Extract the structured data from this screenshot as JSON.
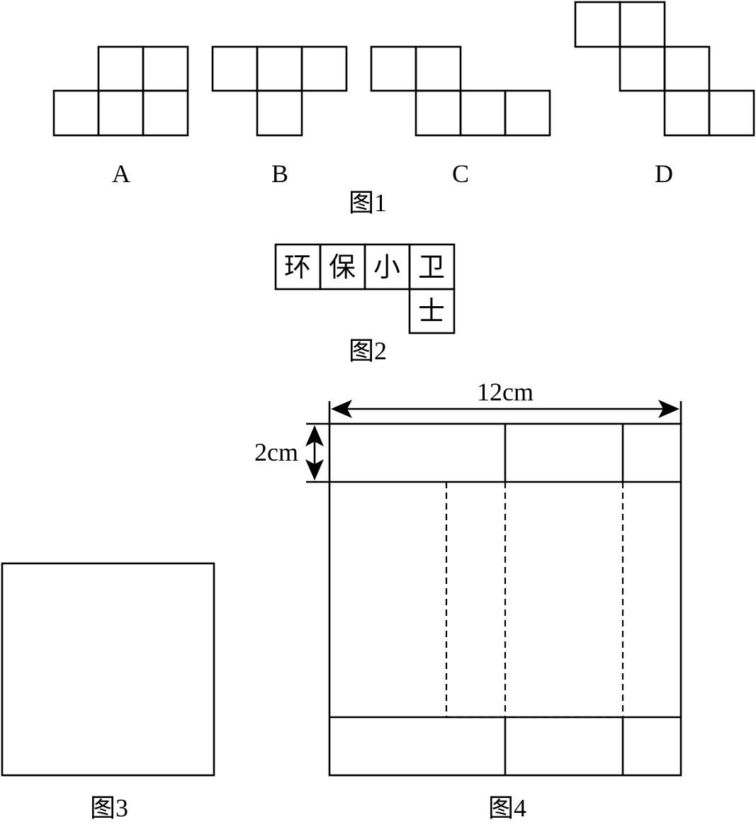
{
  "figure1": {
    "caption": "图1",
    "options": [
      {
        "label": "A"
      },
      {
        "label": "B"
      },
      {
        "label": "C"
      },
      {
        "label": "D"
      }
    ]
  },
  "figure2": {
    "caption": "图2",
    "cells": [
      "环",
      "保",
      "小",
      "卫",
      "士"
    ]
  },
  "figure3": {
    "caption": "图3"
  },
  "figure4": {
    "caption": "图4",
    "width_label": "12cm",
    "cut_label": "2cm"
  }
}
